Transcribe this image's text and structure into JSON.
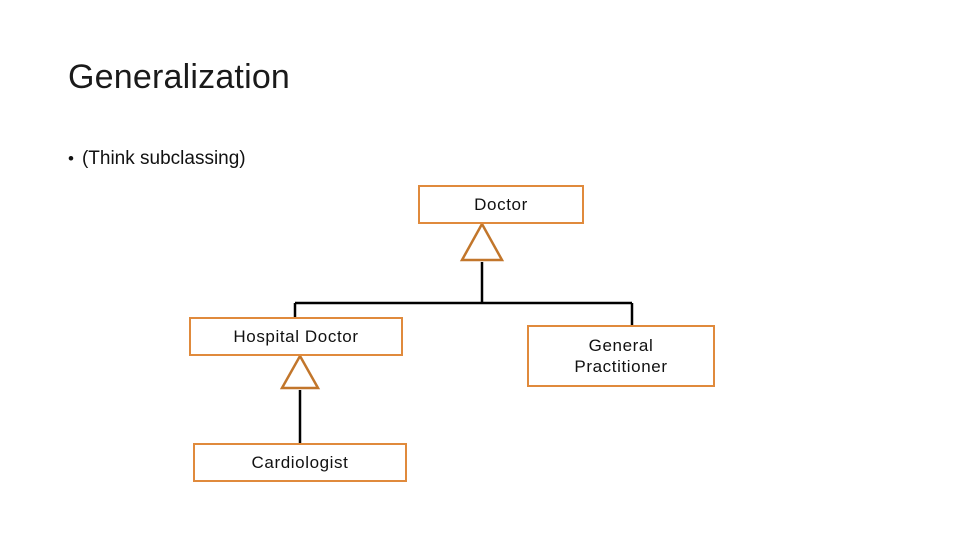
{
  "slide": {
    "title": "Generalization",
    "bullet": {
      "marker": "•",
      "text": "(Think subclassing)"
    }
  },
  "diagram": {
    "type": "uml-generalization-hierarchy",
    "box_border_color": "#E08A3C",
    "line_color": "#000000",
    "nodes": [
      {
        "id": "doctor",
        "label": "Doctor"
      },
      {
        "id": "hospital_doctor",
        "label": "Hospital Doctor"
      },
      {
        "id": "general_practitioner",
        "label": "General\nPractitioner"
      },
      {
        "id": "general_practitioner_line1",
        "label": "General"
      },
      {
        "id": "general_practitioner_line2",
        "label": "Practitioner"
      },
      {
        "id": "cardiologist",
        "label": "Cardiologist"
      }
    ],
    "edges": [
      {
        "from": "hospital_doctor",
        "to": "doctor",
        "kind": "generalization"
      },
      {
        "from": "general_practitioner",
        "to": "doctor",
        "kind": "generalization"
      },
      {
        "from": "cardiologist",
        "to": "hospital_doctor",
        "kind": "generalization"
      }
    ]
  }
}
